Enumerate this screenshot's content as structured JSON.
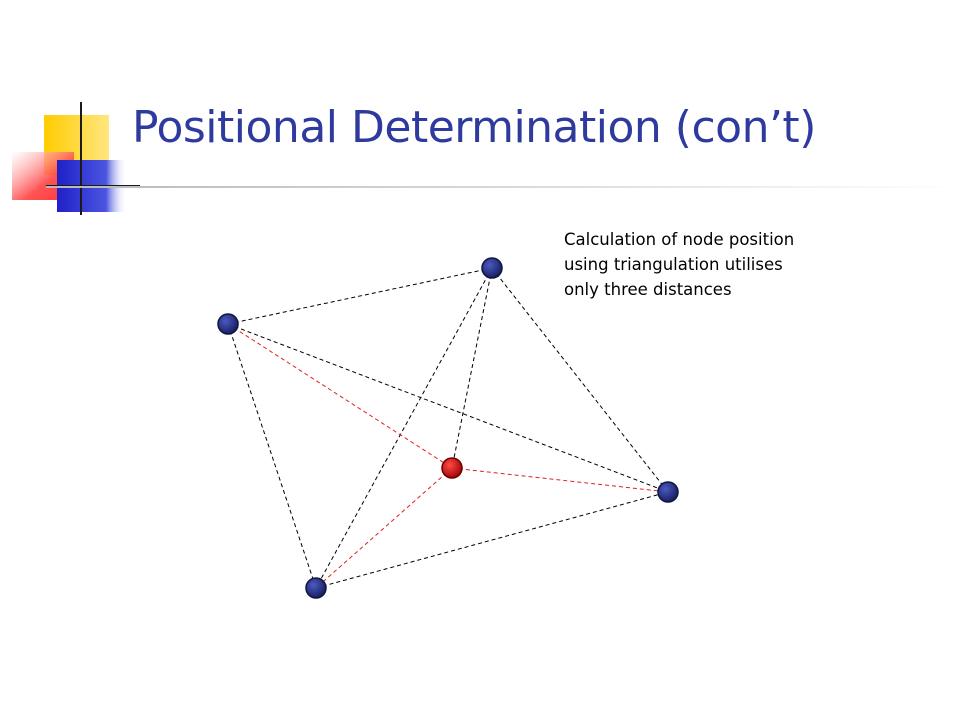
{
  "slide": {
    "title": "Positional Determination (con’t)",
    "caption_lines": [
      "Calculation of node position",
      "using triangulation utilises",
      "only three distances"
    ]
  },
  "diagram": {
    "anchor_nodes": [
      {
        "id": "node-top"
      },
      {
        "id": "node-left"
      },
      {
        "id": "node-right"
      },
      {
        "id": "node-bottom"
      }
    ],
    "unknown_node": {
      "id": "node-unknown"
    },
    "anchor_links": [
      [
        "node-left",
        "node-top"
      ],
      [
        "node-left",
        "node-bottom"
      ],
      [
        "node-left",
        "node-right"
      ],
      [
        "node-top",
        "node-bottom"
      ],
      [
        "node-top",
        "node-unknown"
      ],
      [
        "node-top",
        "node-right"
      ],
      [
        "node-bottom",
        "node-right"
      ]
    ],
    "distance_links": [
      [
        "node-left",
        "node-unknown"
      ],
      [
        "node-unknown",
        "node-right"
      ],
      [
        "node-unknown",
        "node-bottom"
      ]
    ],
    "colors": {
      "title": "#2E3A9E",
      "anchor_node": "#1F2A7A",
      "unknown_node": "#CC0000",
      "anchor_link": "#000000",
      "distance_link": "#E02020",
      "decor_yellow": "#FFD21F",
      "decor_red": "#FF3B3B",
      "decor_blue": "#2B2FD0"
    }
  }
}
